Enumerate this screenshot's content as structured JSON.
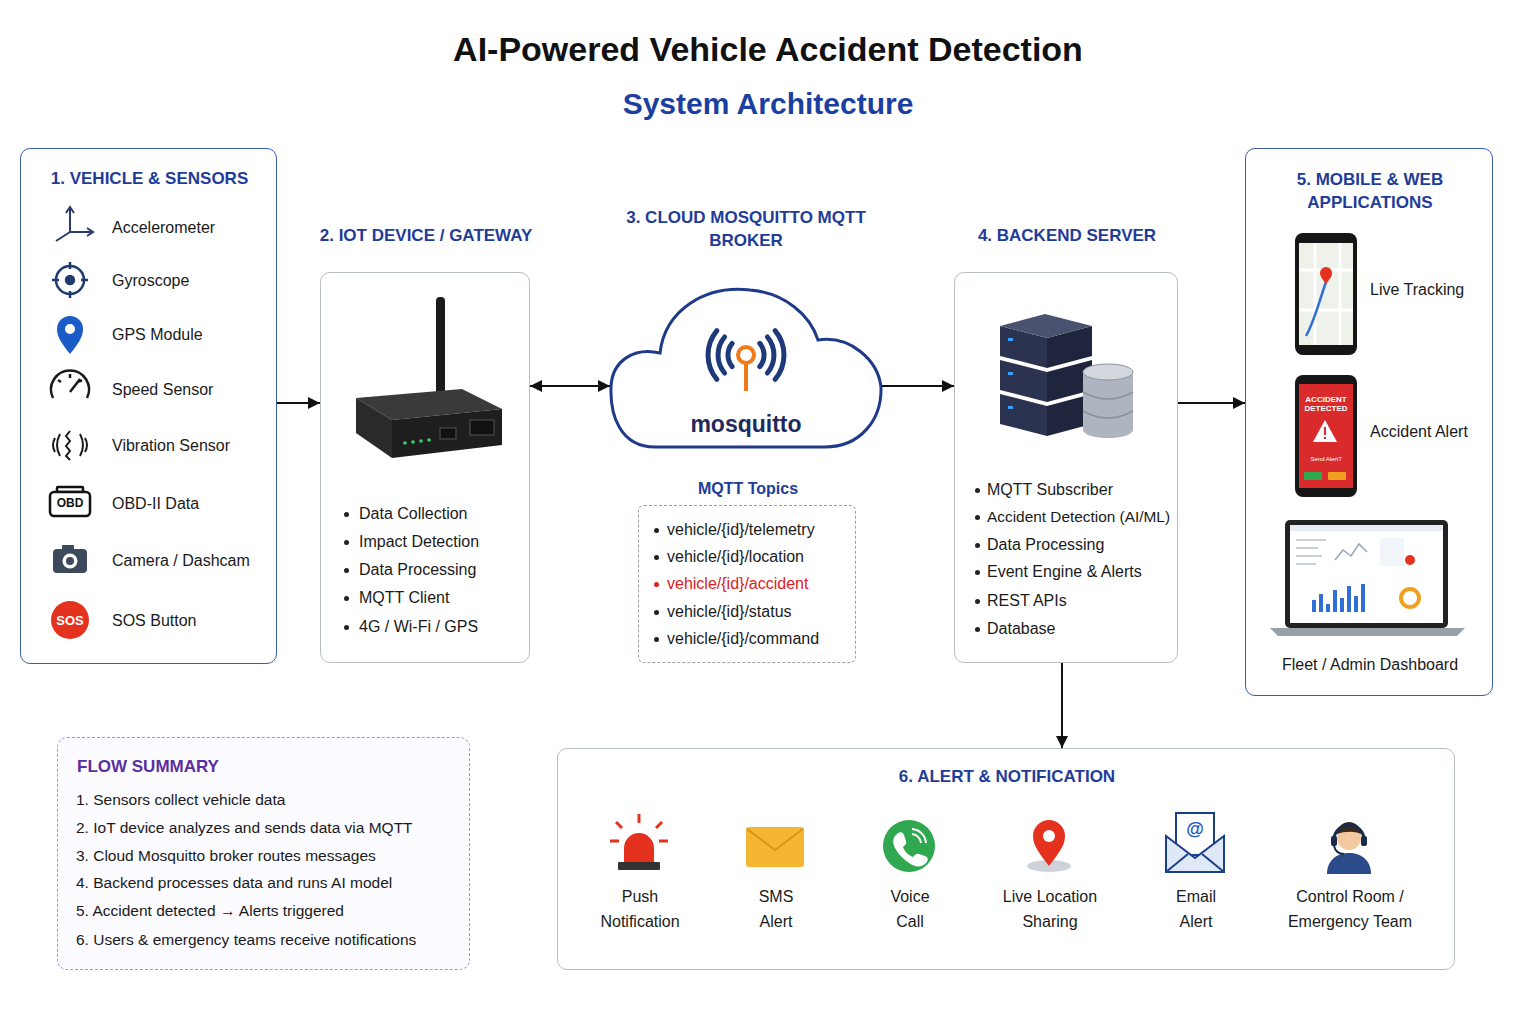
{
  "diagram": {
    "title": "AI-Powered Vehicle Accident Detection",
    "nodes": [
      {
        "text": [
          "1. VEHICLE & SENSORS",
          "Accelerometer",
          "Gyroscope",
          "GPS Module",
          "Speed Sensor",
          "Vibration Sensor",
          "OBD-II Data",
          "Camera / Dashcam",
          "SOS Button"
        ]
      },
      {
        "text": [
          "2. IOT DEVICE / GATEWAY",
          "Data Collection",
          "Impact Detection",
          "Data Processing",
          "MQTT Client",
          "4G / Wi-Fi / GPS"
        ]
      },
      {
        "text": [
          "3. CLOUD MOSQUITTO MQTT BROKER",
          "mosquitto"
        ]
      },
      {
        "text": [
          "MQTT Topics",
          "vehicle/{id}/telemetry",
          "vehicle/{id}/location",
          "vehicle/{id}/accident",
          "vehicle/{id}/status",
          "vehicle/{id}/command"
        ]
      },
      {
        "text": [
          "4. BACKEND SERVER",
          "MQTT Subscriber",
          "Accident Detection (AI/ML)",
          "Data Processing",
          "Event Engine & Alerts",
          "REST APIs",
          "Database"
        ]
      },
      {
        "text": [
          "5. MOBILE & WEB APPLICATIONS",
          "Live Tracking",
          "Accident Alert",
          "Fleet / Admin Dashboard"
        ]
      },
      {
        "text": [
          "6. ALERT & NOTIFICATION",
          "Push Notification",
          "SMS Alert",
          "Voice Call",
          "Live Location Sharing",
          "Email Alert",
          "Control Room / Emergency Team"
        ]
      },
      {
        "text": [
          "FLOW SUMMARY",
          "1. Sensors collect vehicle data",
          "2. IoT device analyzes and sends data via MQTT",
          "3. Cloud Mosquitto broker routes messages",
          "4. Backend processes data and runs AI model",
          "5. Accident detected → Alerts triggered",
          "6. Users & emergency teams receive notifications"
        ]
      }
    ],
    "edges": [
      {
        "from": 0,
        "to": 1,
        "arrow": "to"
      },
      {
        "from": 1,
        "to": 2,
        "arrow": "both"
      },
      {
        "from": 2,
        "to": 4,
        "arrow": "to"
      },
      {
        "from": 4,
        "to": 5,
        "arrow": "to"
      },
      {
        "from": 4,
        "to": 6,
        "arrow": "to"
      }
    ],
    "labels": [
      "System Architecture",
      "OBD",
      "SOS",
      "ACCIDENT DETECTED",
      "Send Alert?",
      "@"
    ]
  }
}
